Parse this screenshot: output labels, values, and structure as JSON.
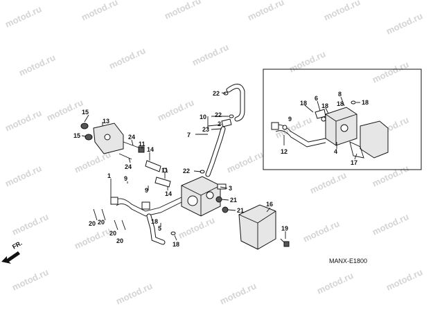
{
  "diagram": {
    "watermark_text": "motod.ru",
    "code": "MANX-E1800",
    "direction_label": "FR.",
    "callouts": {
      "c1": "1",
      "c2": "2",
      "c3": "3",
      "c4": "4",
      "c5": "5",
      "c6": "6",
      "c7": "7",
      "c8": "8",
      "c9a": "9",
      "c9b": "9",
      "c9c": "9",
      "c10": "10",
      "c11": "11",
      "c12": "12",
      "c13": "13",
      "c14a": "14",
      "c14b": "14",
      "c15a": "15",
      "c15b": "15",
      "c16": "16",
      "c17": "17",
      "c18a": "18",
      "c18b": "18",
      "c18c": "18",
      "c18d": "18",
      "c18e": "18",
      "c18f": "18",
      "c19": "19",
      "c20a": "20",
      "c20b": "20",
      "c20c": "20",
      "c20d": "20",
      "c21a": "21",
      "c21b": "21",
      "c22a": "22",
      "c22b": "22",
      "c22c": "22",
      "c23": "23",
      "c24a": "24",
      "c24b": "24"
    }
  }
}
